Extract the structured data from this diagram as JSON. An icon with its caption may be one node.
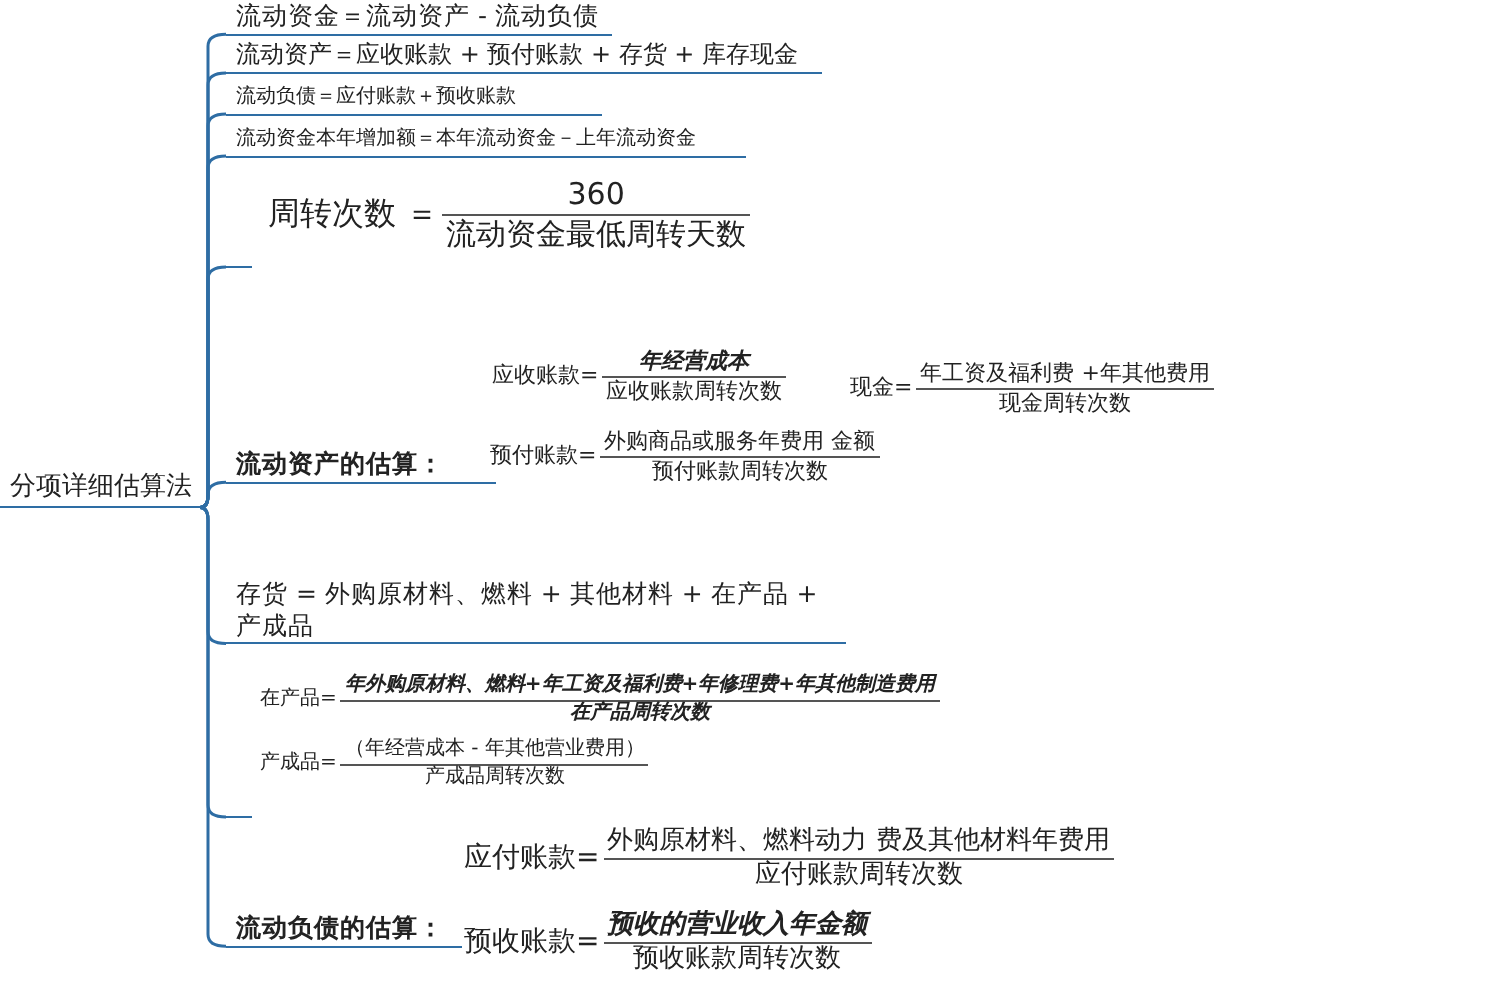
{
  "diagram": {
    "nodes": [
      {
        "text": [
          "分项详细估算法"
        ]
      },
      {
        "text": [
          "流动资金＝流动资产 - 流动负债"
        ]
      },
      {
        "text": [
          "流动资产＝应收账款 + 预付账款 + 存货 + 库存现金"
        ]
      },
      {
        "text": [
          "流动负债＝应付账款＋预收账款"
        ]
      },
      {
        "text": [
          "流动资金本年增加额＝本年流动资金－上年流动资金"
        ]
      },
      {
        "text": [],
        "shape": "bar"
      },
      {
        "text": [
          "周转次数 ＝",
          "360",
          "流动资金最低周转天数"
        ]
      },
      {
        "text": [
          "流动资产的估算："
        ]
      },
      {
        "text": [
          "应收账款=",
          "年经营成本",
          "应收账款周转次数"
        ]
      },
      {
        "text": [
          "现金=",
          "年工资及福利费 +年其他费用",
          "现金周转次数"
        ]
      },
      {
        "text": [
          "预付账款=",
          "外购商品或服务年费用 金额",
          "预付账款周转次数"
        ]
      },
      {
        "text": [
          "存货 = 外购原材料、燃料 + 其他材料 + 在产品 + 产成品"
        ]
      },
      {
        "text": [],
        "shape": "bar"
      },
      {
        "text": [
          "在产品=",
          "年外购原材料、燃料+年工资及福利费+年修理费+年其他制造费用",
          "在产品周转次数"
        ]
      },
      {
        "text": [
          "产成品=",
          "（年经营成本 - 年其他营业费用）",
          "产成品周转次数"
        ]
      },
      {
        "text": [
          "流动负债的估算："
        ]
      },
      {
        "text": [
          "应付账款=",
          "外购原材料、燃料动力 费及其他材料年费用",
          "应付账款周转次数"
        ]
      },
      {
        "text": [
          "预收账款=",
          "预收的营业收入年金额",
          "预收账款周转次数"
        ]
      }
    ],
    "edges": [
      {
        "from": 0,
        "to": 1,
        "arrow": "none"
      },
      {
        "from": 0,
        "to": 2,
        "arrow": "none"
      },
      {
        "from": 0,
        "to": 3,
        "arrow": "none"
      },
      {
        "from": 0,
        "to": 4,
        "arrow": "none"
      },
      {
        "from": 0,
        "to": 5,
        "arrow": "none"
      },
      {
        "from": 0,
        "to": 7,
        "arrow": "none"
      },
      {
        "from": 0,
        "to": 11,
        "arrow": "none"
      },
      {
        "from": 0,
        "to": 12,
        "arrow": "none"
      },
      {
        "from": 0,
        "to": 15,
        "arrow": "none"
      }
    ]
  }
}
